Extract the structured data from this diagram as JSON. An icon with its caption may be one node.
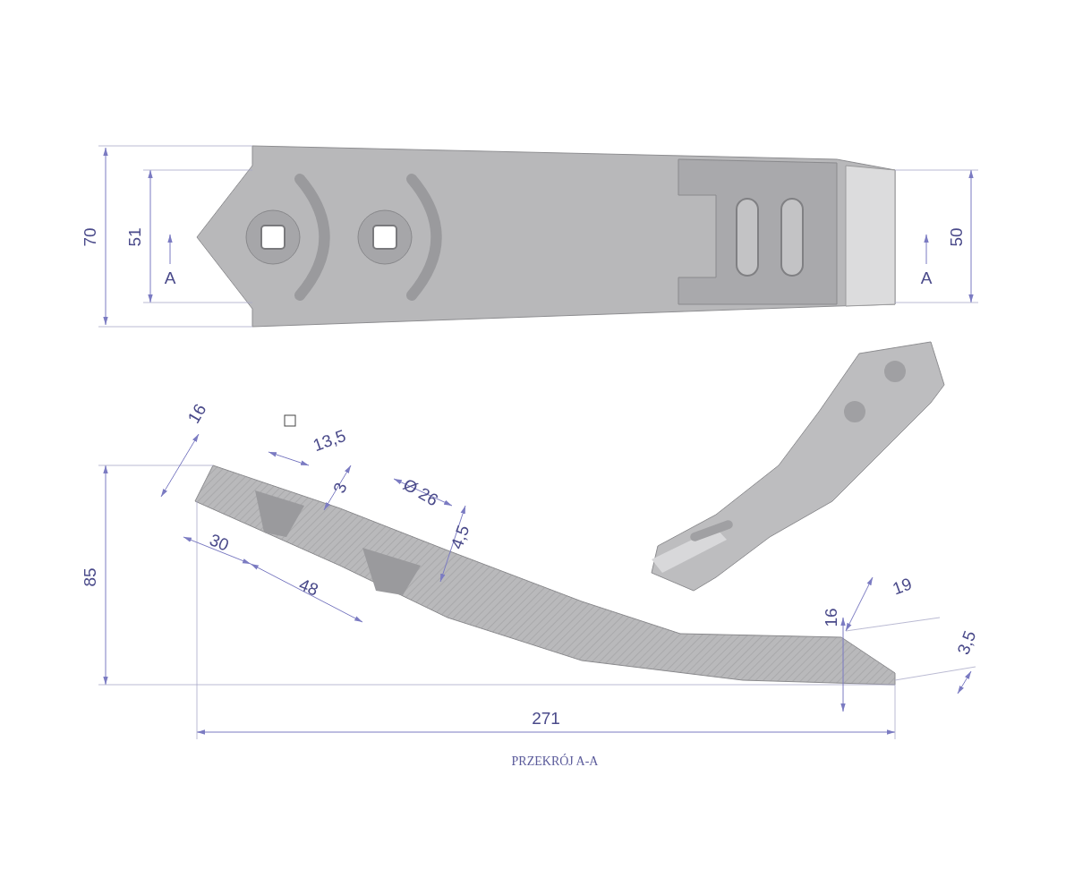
{
  "diagram": {
    "caption": "PRZEKRÓJ A-A",
    "labels": [
      "70",
      "51",
      "A",
      "50",
      "A",
      "16",
      "13,5",
      "3",
      "Ø 26",
      "30",
      "48",
      "4,5",
      "85",
      "16",
      "19",
      "3,5",
      "271"
    ]
  }
}
